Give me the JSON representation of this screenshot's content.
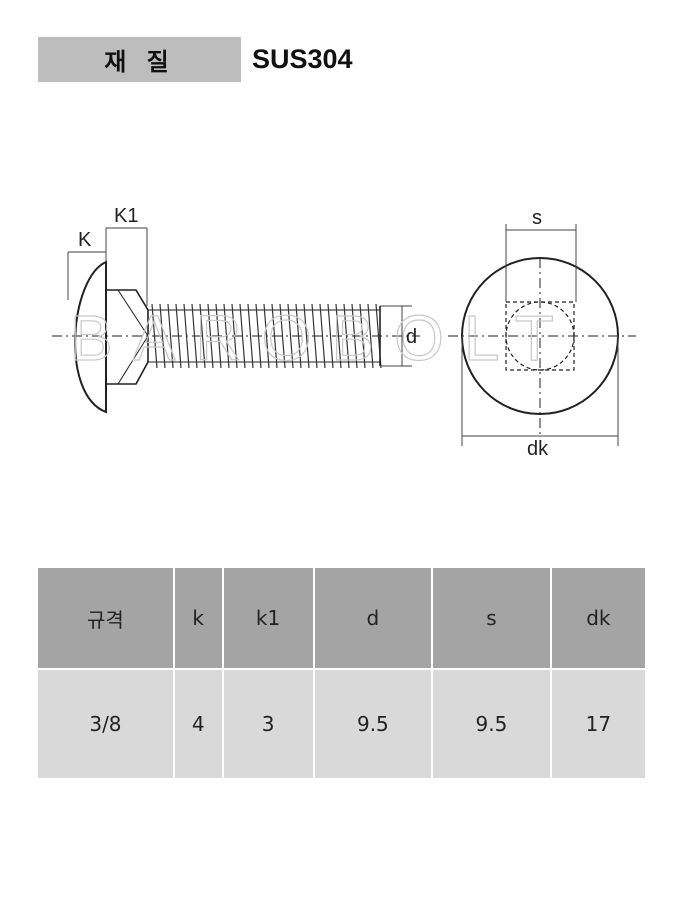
{
  "material": {
    "label": "재 질",
    "value": "SUS304"
  },
  "drawing": {
    "watermark": "BAROBOLT",
    "labels": {
      "k": "K",
      "k1": "K1",
      "d": "d",
      "s": "s",
      "dk": "dk"
    }
  },
  "table": {
    "headers": [
      "규격",
      "k",
      "k1",
      "d",
      "s",
      "dk"
    ],
    "rows": [
      [
        "3/8",
        "4",
        "3",
        "9.5",
        "9.5",
        "17"
      ]
    ]
  }
}
